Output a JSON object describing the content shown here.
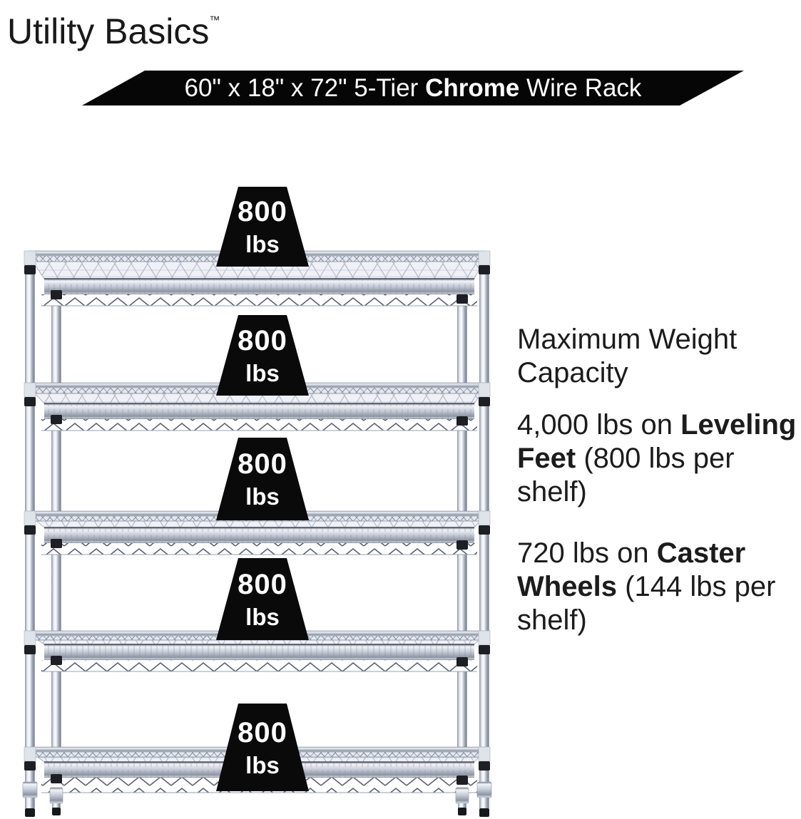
{
  "brand": {
    "name": "Utility Basics",
    "trademark": "™"
  },
  "banner": {
    "size_prefix": "60\" x 18\" x 72\" 5-Tier ",
    "material": "Chrome",
    "suffix": " Wire Rack"
  },
  "rack": {
    "tier_count": 5,
    "description": "5-tier chrome wire shelving unit",
    "weights": [
      {
        "value": "800",
        "unit": "lbs"
      },
      {
        "value": "800",
        "unit": "lbs"
      },
      {
        "value": "800",
        "unit": "lbs"
      },
      {
        "value": "800",
        "unit": "lbs"
      },
      {
        "value": "800",
        "unit": "lbs"
      }
    ]
  },
  "info": {
    "heading_lines": [
      "Maximum Weight",
      "Capacity"
    ],
    "specs": [
      {
        "lines": [
          [
            {
              "text": "4,000 lbs on ",
              "bold": false
            },
            {
              "text": "Leveling",
              "bold": true
            }
          ],
          [
            {
              "text": "Feet",
              "bold": true
            },
            {
              "text": " (800 lbs per",
              "bold": false
            }
          ],
          [
            {
              "text": "shelf)",
              "bold": false
            }
          ]
        ]
      },
      {
        "lines": [
          [
            {
              "text": "720 lbs on ",
              "bold": false
            },
            {
              "text": "Caster",
              "bold": true
            }
          ],
          [
            {
              "text": "Wheels",
              "bold": true
            },
            {
              "text": " (144 lbs per",
              "bold": false
            }
          ],
          [
            {
              "text": "shelf)",
              "bold": false
            }
          ]
        ]
      }
    ]
  },
  "icons": {
    "weight_badge": "trapezoid-weight-shape"
  },
  "colors": {
    "banner_bg": "#000000",
    "banner_text": "#ffffff",
    "weight_bg": "#0a0a0a",
    "weight_text": "#ffffff",
    "body_text": "#1c1c1c",
    "chrome_light": "#f2f4f8",
    "chrome_mid": "#b9c0cc",
    "chrome_dark": "#8d95a3"
  }
}
